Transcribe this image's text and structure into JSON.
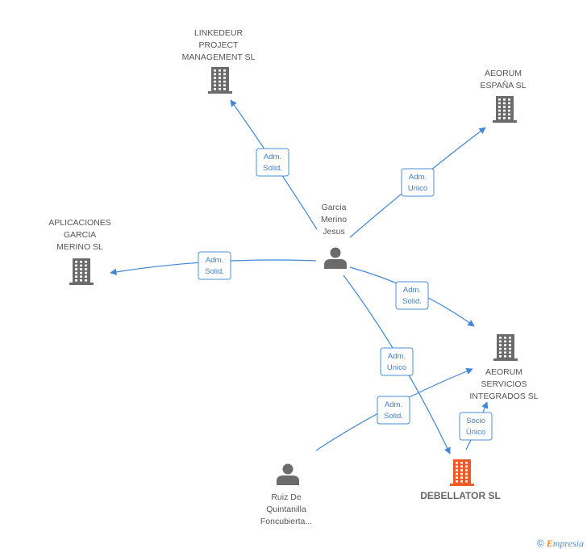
{
  "nodes": {
    "garcia": {
      "lines": [
        "Garcia",
        "Merino",
        "Jesus"
      ],
      "type": "person"
    },
    "linkedeur": {
      "lines": [
        "LINKEDEUR",
        "PROJECT",
        "MANAGEMENT SL"
      ],
      "type": "company"
    },
    "aeorum_espana": {
      "lines": [
        "AEORUM",
        "ESPAÑA SL"
      ],
      "type": "company"
    },
    "aplicaciones": {
      "lines": [
        "APLICACIONES",
        "GARCIA",
        "MERINO SL"
      ],
      "type": "company"
    },
    "aeorum_servicios": {
      "lines": [
        "AEORUM",
        "SERVICIOS",
        "INTEGRADOS  SL"
      ],
      "type": "company"
    },
    "debellator": {
      "lines": [
        "DEBELLATOR SL"
      ],
      "type": "company-main"
    },
    "ruiz": {
      "lines": [
        "Ruiz De",
        "Quintanilla",
        "Foncubierta..."
      ],
      "type": "person"
    }
  },
  "relations": [
    {
      "id": "r1",
      "from": "garcia",
      "to": "linkedeur",
      "lines": [
        "Adm.",
        "Solid."
      ]
    },
    {
      "id": "r2",
      "from": "garcia",
      "to": "aeorum_espana",
      "lines": [
        "Adm.",
        "Unico"
      ]
    },
    {
      "id": "r3",
      "from": "garcia",
      "to": "aplicaciones",
      "lines": [
        "Adm.",
        "Solid."
      ]
    },
    {
      "id": "r4",
      "from": "garcia",
      "to": "aeorum_servicios",
      "lines": [
        "Adm.",
        "Solid."
      ]
    },
    {
      "id": "r5",
      "from": "garcia",
      "to": "debellator",
      "lines": [
        "Adm.",
        "Unico"
      ]
    },
    {
      "id": "r6",
      "from": "ruiz",
      "to": "aeorum_servicios",
      "lines": [
        "Adm.",
        "Solid."
      ]
    },
    {
      "id": "r7",
      "from": "debellator",
      "to": "aeorum_servicios",
      "lines": [
        "Socio",
        "Único"
      ]
    }
  ],
  "colors": {
    "edge": "#3f86d6",
    "company": "#6b6b6b",
    "main_company": "#f05a28",
    "person": "#6b6b6b"
  },
  "footer": {
    "copyright": "©",
    "brand_initial": "E",
    "brand_rest": "mpresia"
  }
}
